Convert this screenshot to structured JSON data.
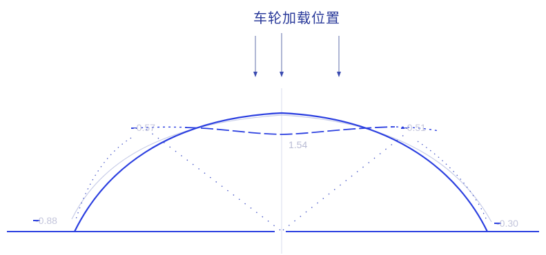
{
  "title": "车轮加载位置",
  "labels": {
    "left_top": "-0.57",
    "right_top": "-0.51",
    "left_base": "-0.88",
    "right_base": "-0.30",
    "crown": "1.54"
  },
  "colors": {
    "main_line": "#2b3fe0",
    "title": "#2a3a9a",
    "value_label": "#c4c6dc",
    "faint_line": "#c8cde8",
    "centerline": "#d8dcec"
  }
}
